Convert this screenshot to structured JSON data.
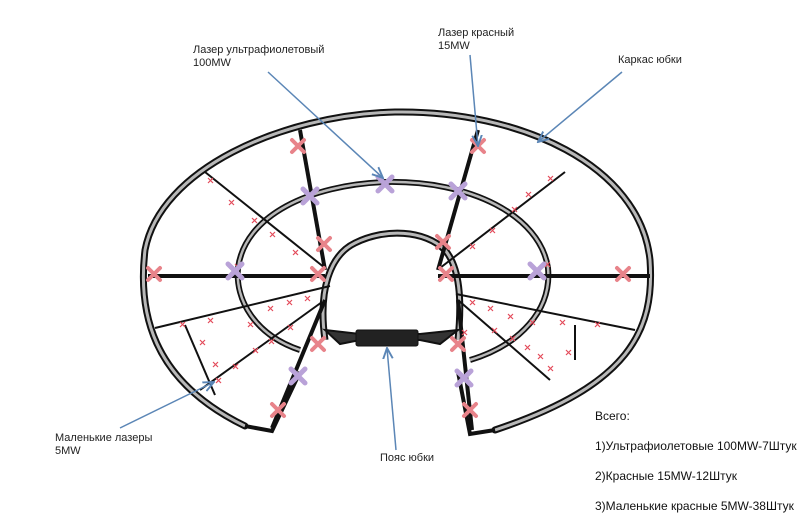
{
  "labels": {
    "uv_laser": "Лазер ультрафиолетовый\n100MW",
    "red_laser": "Лазер красный\n15MW",
    "frame": "Каркас юбки",
    "small_lasers": "Маленькие лазеры\n5MW",
    "belt": "Пояс юбки"
  },
  "summary": {
    "title": "Всего:",
    "items": [
      "1)Ультрафиолетовые 100MW-7Штук",
      "2)Красные 15MW-12Штук",
      "3)Маленькие красные 5MW-38Штук"
    ]
  },
  "colors": {
    "frame": "#111111",
    "frame_inner": "#b8b8b8",
    "uv_marker": "#b9a2d8",
    "red_marker": "#e8838a",
    "small_marker": "#e34b5b",
    "arrow": "#5b86b6"
  }
}
